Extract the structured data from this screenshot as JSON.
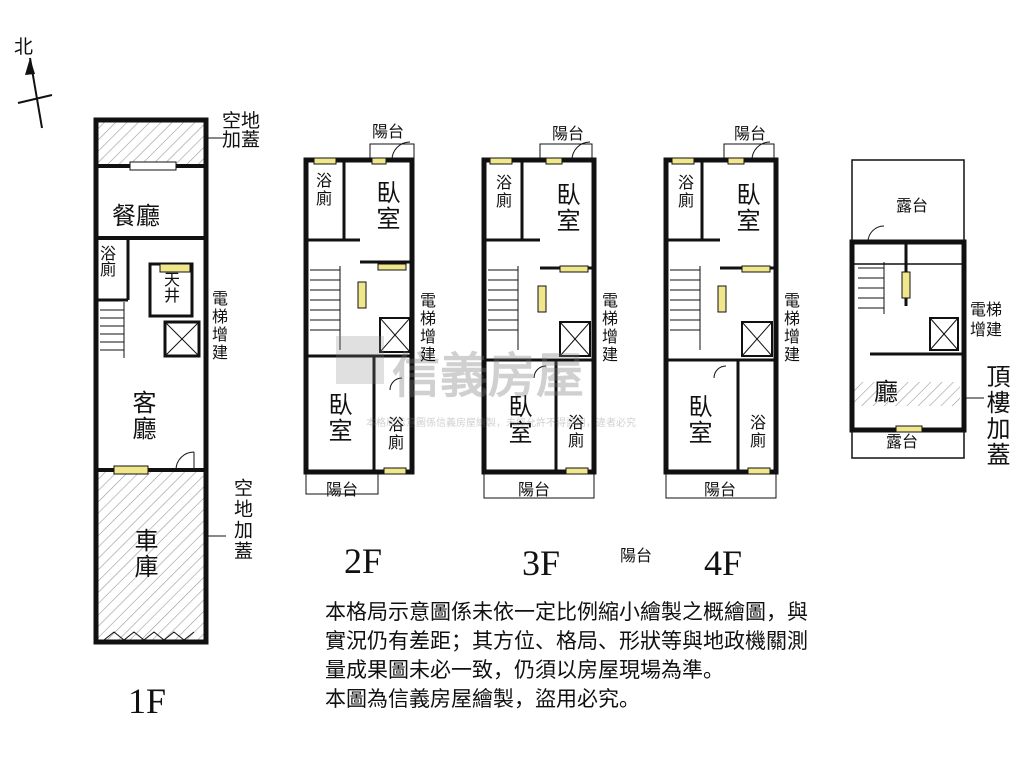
{
  "compass": {
    "north_label": "北"
  },
  "floor1": {
    "title": "1F",
    "rooms": {
      "front_addition": "空地加蓋",
      "dining": "餐廳",
      "bath": "浴廁",
      "skylight": "天井",
      "elevator": "電梯增建",
      "living": "客廳",
      "garage": "車庫",
      "rear_addition": "空地加蓋"
    }
  },
  "floor2": {
    "title": "2F",
    "rooms": {
      "balcony_top": "陽台",
      "bath_top": "浴廁",
      "bed_top": "臥室",
      "elevator": "電梯增建",
      "bed_bottom": "臥室",
      "bath_bottom": "浴廁",
      "balcony_bottom": "陽台"
    }
  },
  "floor3": {
    "title": "3F",
    "rooms": {
      "balcony_top": "陽台",
      "bath_top": "浴廁",
      "bed_top": "臥室",
      "elevator": "電梯增建",
      "bed_bottom": "臥室",
      "bath_bottom": "浴廁",
      "balcony_bottom": "陽台"
    }
  },
  "middle_label": "陽台",
  "floor4": {
    "title": "4F",
    "rooms": {
      "balcony_top": "陽台",
      "bath_top": "浴廁",
      "bed_top": "臥室",
      "elevator": "電梯增建",
      "bed_bottom": "臥室",
      "bath_bottom": "浴廁",
      "balcony_bottom": "陽台"
    }
  },
  "roof": {
    "rooms": {
      "terrace_top": "露台",
      "elevator": "電梯增建",
      "hall": "廳",
      "roof_addition": "頂樓加蓋",
      "terrace_bottom": "露台"
    }
  },
  "watermark": {
    "brand": "信義房屋",
    "small": "本格局示意圖係信義房屋繪製，未經允許不得盜用，違者必究"
  },
  "disclaimer": {
    "lines": [
      "本格局示意圖係未依一定比例縮小繪製之概繪圖，與",
      "實況仍有差距；其方位、格局、形狀等與地政機關測",
      "量成果圖未必一致，仍須以房屋現場為準。",
      "本圖為信義房屋繪製，盜用必究。"
    ]
  },
  "colors": {
    "wall": "#111111",
    "window": "#f0e68c",
    "hatch": "#9a9a9a"
  }
}
